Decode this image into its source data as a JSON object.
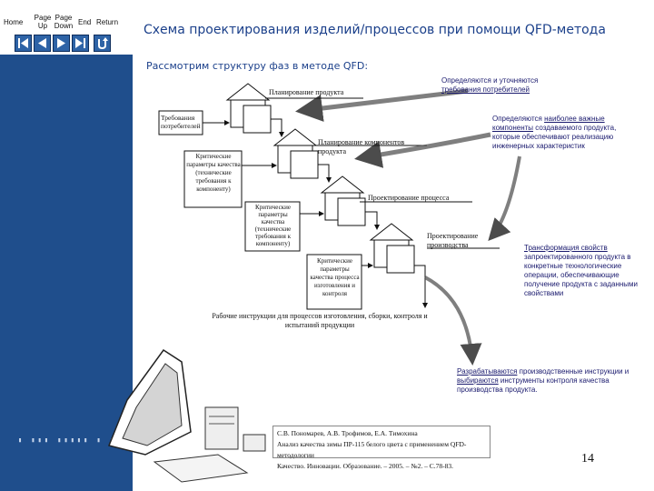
{
  "nav": {
    "home": "Home",
    "page_up": "Page Up",
    "page_down": "Page Down",
    "end": "End",
    "return": "Return"
  },
  "title": "Схема проектирования изделий/процессов при помощи QFD-метода",
  "intro": "Рассмотрим структуру фаз в методе QFD:",
  "phases": [
    {
      "label": "Планирование продукта"
    },
    {
      "label": "Планирование компонентов продукта"
    },
    {
      "label": "Проектирование процесса"
    },
    {
      "label": "Проектирование производства"
    }
  ],
  "inputs": [
    "Требования потребителей",
    "Критические параметры качества (технические требования к компоненту)",
    "Критические параметры качества (технические требования к компоненту)",
    "Критические параметры качества процесса изготовления и контроля"
  ],
  "output": "Рабочие инструкции для процессов изготовления, сборки, контроля и испытаний продукции",
  "notes": {
    "n1_a": "Определяются и уточняются",
    "n1_b": "требования потребителей",
    "n2_a": "Определяются",
    "n2_b": "наиболее важные компоненты",
    "n2_c": "создаваемого продукта, которые обеспечивают реализацию инженерных характеристик",
    "n3_a": "Трансформация свойств",
    "n3_b": "запроектированного продукта в конкретные технологические операции, обеспечивающие получение продукта с заданными свойствами",
    "n4_a": "Разрабатываются",
    "n4_b": "производственные инструкции и",
    "n4_c": "выбираются",
    "n4_d": "инструменты контроля качества производства продукта."
  },
  "reference": [
    "С.В. Пономарев, А.В. Трофимов, Е.А. Тимохина",
    "Анализ качества зимы ПР-115 белого цвета с применением QFD-методологии",
    "Качество. Инновации. Образование. – 2005. – №2. – С.78-83."
  ],
  "page_number": "14",
  "colors": {
    "sidebar": "#1f4e8c",
    "title": "#1a3f8a",
    "note": "#1a1a6e"
  }
}
